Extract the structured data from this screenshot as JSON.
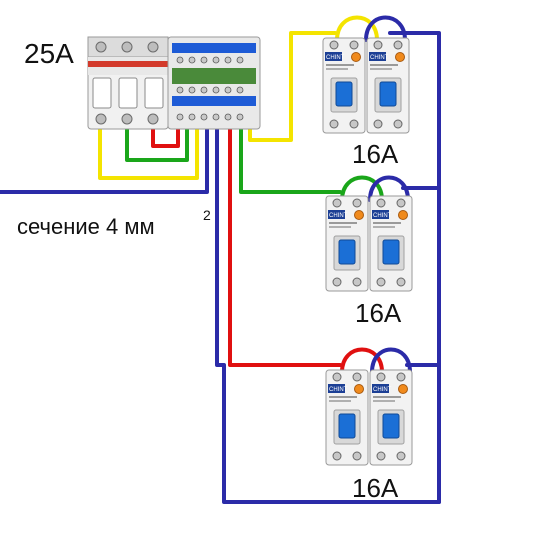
{
  "labels": {
    "main_breaker": "25A",
    "section_text": "сечение 4 мм",
    "section_sup": "2",
    "rcbo": [
      "16A",
      "16A",
      "16A"
    ]
  },
  "device": {
    "brand": "CHINT"
  },
  "colors": {
    "phase_yellow": "#f4e400",
    "phase_green": "#1aa61a",
    "phase_red": "#e01010",
    "neutral_blue": "#2b2ba8",
    "terminal_blue": "#1e5bd6",
    "device_white": "#f2f2f2",
    "toggle_blue": "#1b6fd6",
    "knob_orange": "#f08a1c",
    "brand_blue": "#1c3f95"
  }
}
